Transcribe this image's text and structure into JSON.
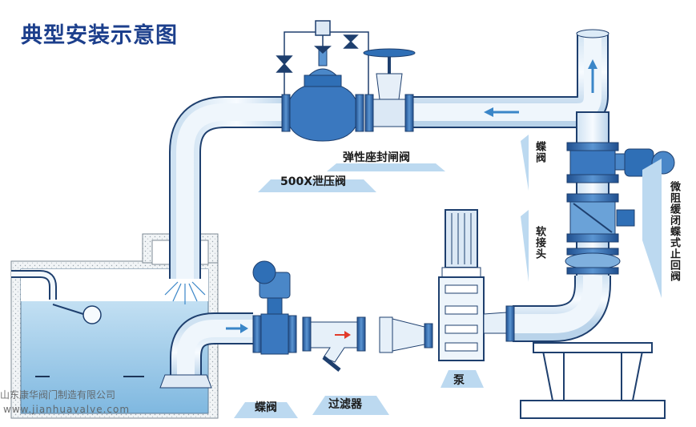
{
  "title": "典型安装示意图",
  "labels": {
    "elastic_gate_valve": "弹性座封闸阀",
    "relief_valve": "500X泄压阀",
    "butterfly_valve_top": "蝶阀",
    "flexible_joint": "软接头",
    "slow_close_check_valve": "微阻缓闭蝶式止回阀",
    "butterfly_valve_bottom": "蝶阀",
    "strainer": "过滤器",
    "pump": "泵"
  },
  "watermark": {
    "company": "山东康华阀门制造有限公司",
    "url": "www.jianhuavalve.com"
  },
  "colors": {
    "pipe_fill": "#eaf3fb",
    "pipe_stroke": "#1e3f6e",
    "valve_blue": "#2f6fb6",
    "water": "#9fcbea",
    "arrow": "#3a86c8",
    "title": "#1c3f8c"
  }
}
